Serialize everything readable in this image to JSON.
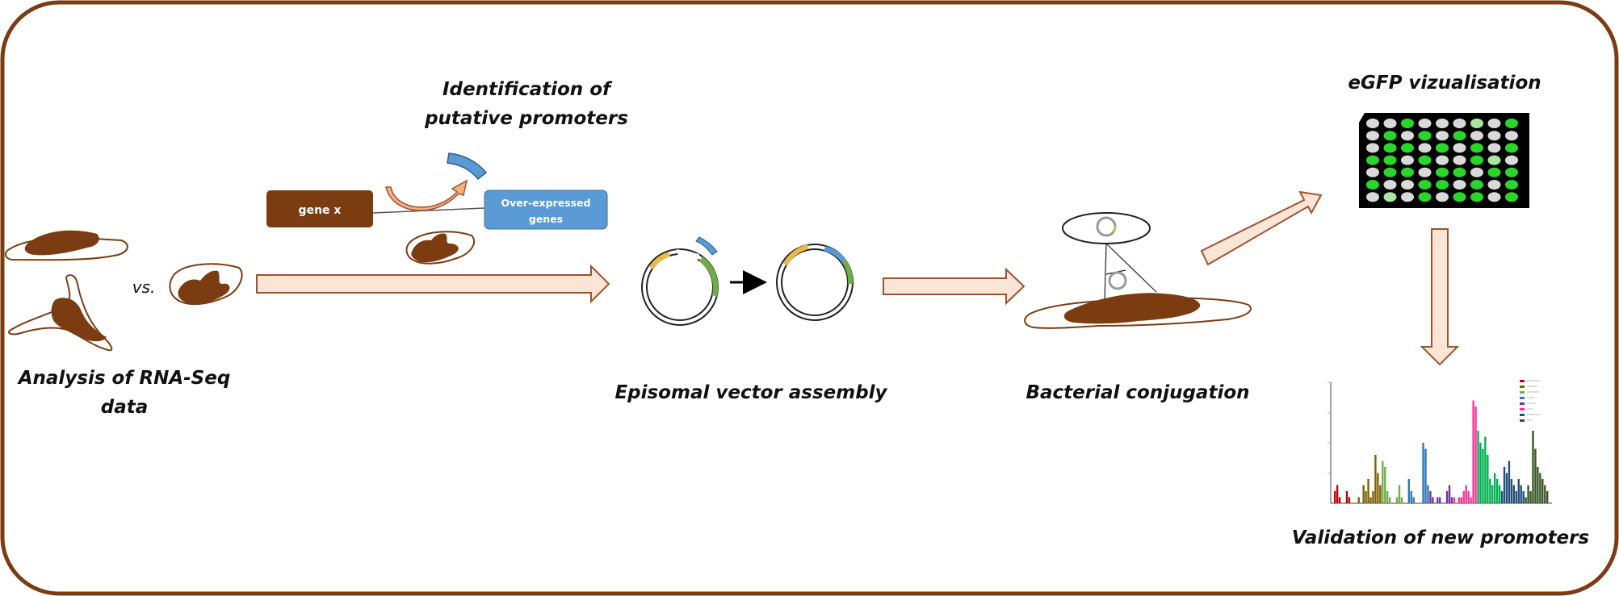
{
  "steps": {
    "analysis": {
      "line1": "Analysis of RNA-Seq",
      "line2": "data"
    },
    "identification": {
      "line1": "Identification of",
      "line2": "putative promoters"
    },
    "episomal": "Episomal vector assembly",
    "conjugation": "Bacterial conjugation",
    "egfp": "eGFP vizualisation",
    "validation": "Validation of  new promoters"
  },
  "labels": {
    "vs": "vs.",
    "gene_x": "gene x",
    "overexpressed": {
      "line1": "Over-expressed",
      "line2": "genes"
    }
  },
  "colors": {
    "frame": "#7b3c12",
    "cell": "#7b3c12",
    "arrow_fill": "#fbe5d6",
    "gene_box": "#7b3c12",
    "overexpressed_box": "#5b9bd5",
    "promoter": "#5b9bd5",
    "insert_green": "#70ad47",
    "insert_yellow": "#e9b949",
    "well_green": "#2bd62b",
    "well_light_green": "#a8e6a1",
    "well_grey": "#d9d9d9",
    "plate": "#000000"
  },
  "plate": {
    "rows": 7,
    "cols": 9,
    "wells": [
      [
        0,
        0,
        1,
        0,
        0,
        0,
        2,
        0,
        1
      ],
      [
        0,
        1,
        0,
        1,
        0,
        1,
        0,
        0,
        0
      ],
      [
        0,
        1,
        1,
        0,
        1,
        0,
        1,
        0,
        1
      ],
      [
        1,
        1,
        0,
        1,
        0,
        0,
        1,
        2,
        0
      ],
      [
        0,
        1,
        1,
        0,
        1,
        1,
        0,
        1,
        1
      ],
      [
        1,
        0,
        0,
        1,
        1,
        0,
        1,
        0,
        1
      ],
      [
        0,
        2,
        0,
        1,
        0,
        1,
        1,
        0,
        1
      ]
    ]
  },
  "chart_data": {
    "type": "bar",
    "series_colors": [
      "#c00000",
      "#7f6000",
      "#70ad47",
      "#2e75b6",
      "#7030a0",
      "#ff3399",
      "#00b050",
      "#1f4e79",
      "#375623"
    ],
    "values": [
      2,
      3,
      1,
      0,
      0,
      2,
      1,
      0,
      0,
      0,
      1,
      0,
      3,
      2,
      4,
      1,
      2,
      8,
      5,
      3,
      7,
      6,
      2,
      1,
      0,
      0,
      1,
      3,
      1,
      0,
      0,
      4,
      2,
      1,
      0,
      0,
      0,
      10,
      9,
      3,
      2,
      1,
      0,
      1,
      1,
      0,
      0,
      2,
      3,
      1,
      1,
      0,
      1,
      1,
      2,
      3,
      2,
      1,
      17,
      16,
      12,
      10,
      9,
      11,
      8,
      4,
      3,
      5,
      4,
      3,
      2,
      6,
      5,
      7,
      4,
      3,
      2,
      4,
      3,
      2,
      1,
      3,
      2,
      12,
      9,
      6,
      5,
      4,
      3,
      2
    ],
    "ylim": [
      0,
      20
    ]
  }
}
